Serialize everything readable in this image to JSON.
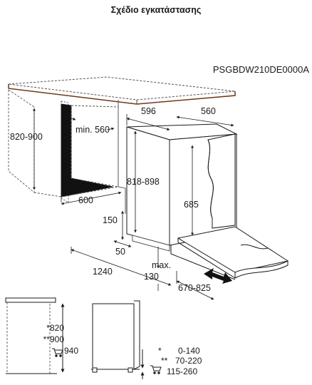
{
  "title": "Σχέδιο εγκατάστασης",
  "model_code": "PSGBDW210DE0000A",
  "dimensions": {
    "width_596": "596",
    "depth_560": "560",
    "niche_height": "820-900",
    "min_depth": "min. 560",
    "niche_width": "600",
    "appliance_height": "818-898",
    "door_685": "685",
    "plinth_150": "150",
    "gap_50": "50",
    "total_1240": "1240",
    "max_label": "max.",
    "max_130": "130",
    "door_travel": "670-825"
  },
  "bottom_left_heights": [
    {
      "marker": "*",
      "value": "820"
    },
    {
      "marker": "**",
      "value": "900"
    },
    {
      "marker": "cart",
      "value": "940"
    }
  ],
  "bottom_right_ranges": [
    {
      "marker": "*",
      "value": "0-140"
    },
    {
      "marker": "**",
      "value": "70-220"
    },
    {
      "marker": "cart",
      "value": "115-260"
    }
  ],
  "colors": {
    "line": "#1a1a1a",
    "hatch": "#9a9a9a",
    "dashed": "#555555",
    "countertop_edge": "#6b3a1a",
    "dark_fill": "#111111"
  }
}
